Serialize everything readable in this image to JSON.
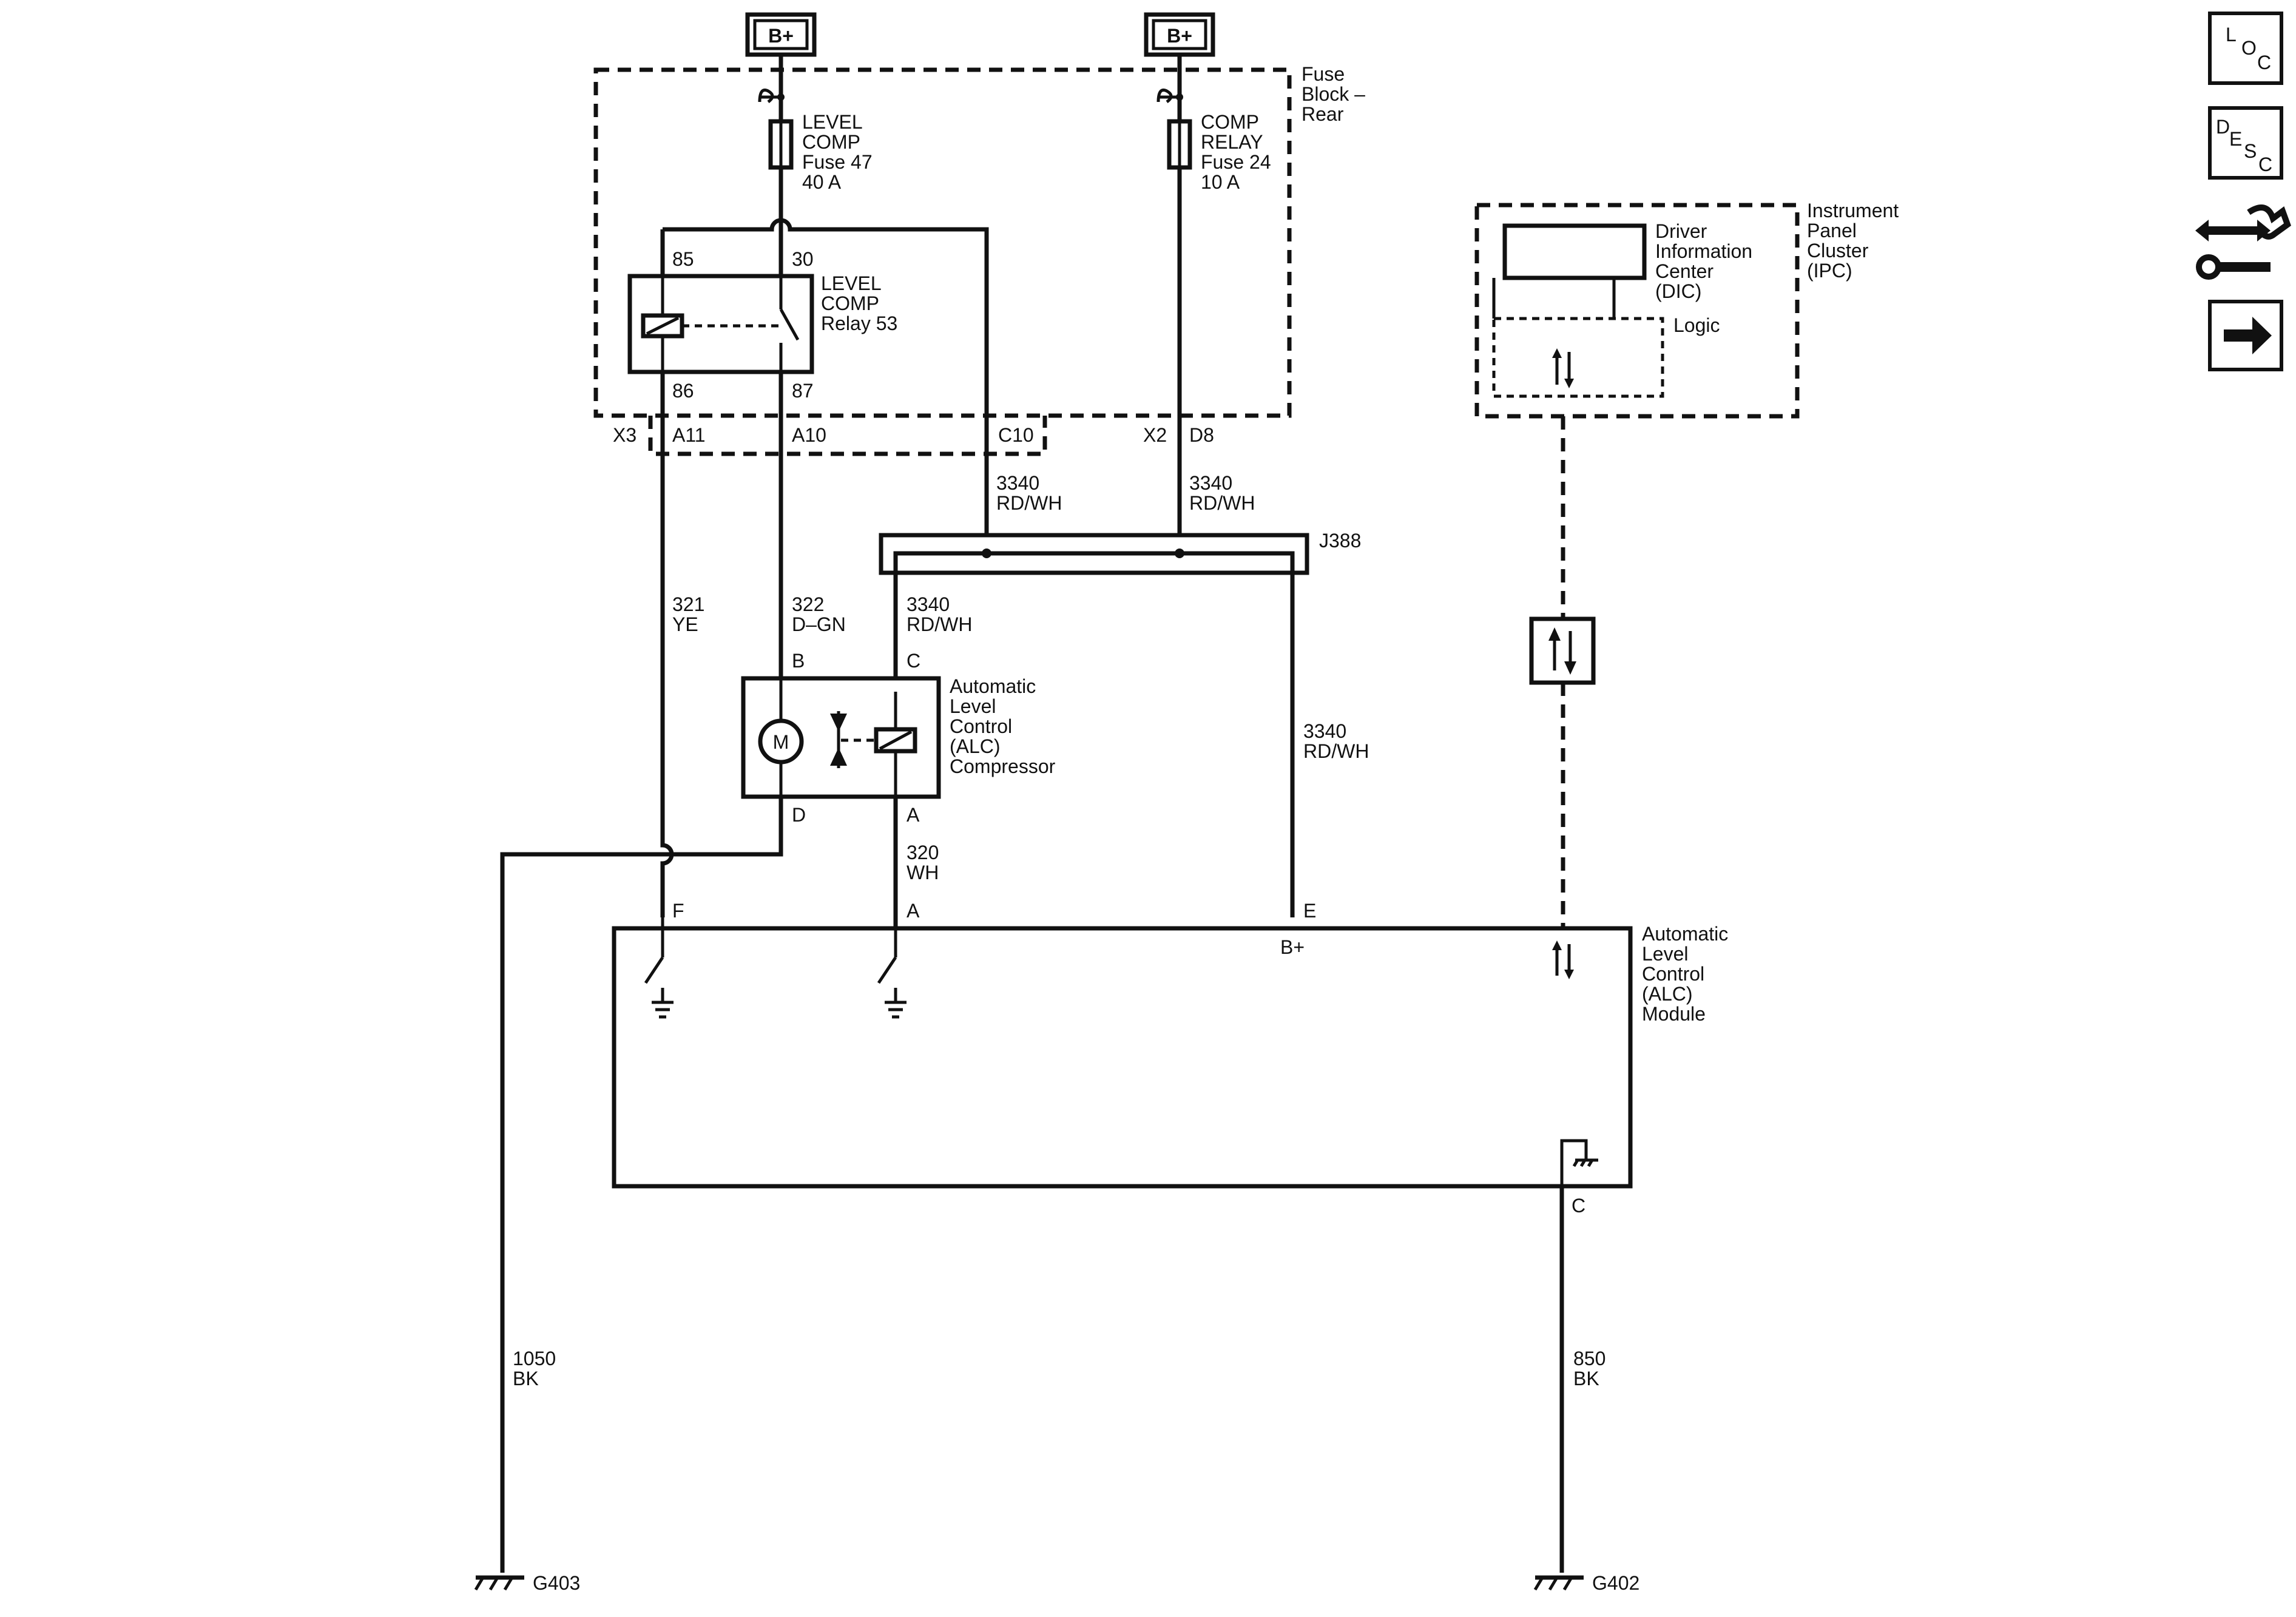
{
  "power": {
    "bplus_1": "B+",
    "bplus_2": "B+"
  },
  "fuse_block": {
    "title_lines": [
      "Fuse",
      "Block –",
      "Rear"
    ],
    "fuse47_lines": [
      "LEVEL",
      "COMP",
      "Fuse 47",
      "40 A"
    ],
    "fuse24_lines": [
      "COMP",
      "RELAY",
      "Fuse 24",
      "10 A"
    ],
    "relay_lines": [
      "LEVEL",
      "COMP",
      "Relay 53"
    ],
    "pin_85": "85",
    "pin_30": "30",
    "pin_86": "86",
    "pin_87": "87",
    "conn_x3": "X3",
    "conn_x2": "X2",
    "pin_a11": "A11",
    "pin_a10": "A10",
    "pin_c10": "C10",
    "pin_d8": "D8"
  },
  "splice": {
    "name": "J388"
  },
  "wires": {
    "w3340_a": [
      "3340",
      "RD/WH"
    ],
    "w3340_b": [
      "3340",
      "RD/WH"
    ],
    "w3340_c": [
      "3340",
      "RD/WH"
    ],
    "w3340_d": [
      "3340",
      "RD/WH"
    ],
    "w321": [
      "321",
      "YE"
    ],
    "w322": [
      "322",
      "D–GN"
    ],
    "w320": [
      "320",
      "WH"
    ],
    "w1050": [
      "1050",
      "BK"
    ],
    "w850": [
      "850",
      "BK"
    ]
  },
  "compressor": {
    "title_lines": [
      "Automatic",
      "Level",
      "Control",
      "(ALC)",
      "Compressor"
    ],
    "pin_b": "B",
    "pin_c": "C",
    "pin_d": "D",
    "pin_a": "A",
    "motor_label": "M"
  },
  "alc_module": {
    "title_lines": [
      "Automatic",
      "Level",
      "Control",
      "(ALC)",
      "Module"
    ],
    "pin_f": "F",
    "pin_a": "A",
    "pin_e": "E",
    "pin_c": "C",
    "bplus_label": "B+"
  },
  "ipc": {
    "title_lines": [
      "Instrument",
      "Panel",
      "Cluster",
      "(IPC)"
    ],
    "dic_lines": [
      "Driver",
      "Information",
      "Center",
      "(DIC)"
    ],
    "logic_label": "Logic"
  },
  "grounds": {
    "g403": "G403",
    "g402": "G402"
  },
  "nav_buttons": {
    "loc": [
      "L",
      "O",
      "C"
    ],
    "desc": [
      "D",
      "E",
      "S",
      "C"
    ],
    "icons": [
      "location-button",
      "description-button",
      "connector-repair-icon",
      "next-arrow-icon"
    ]
  }
}
